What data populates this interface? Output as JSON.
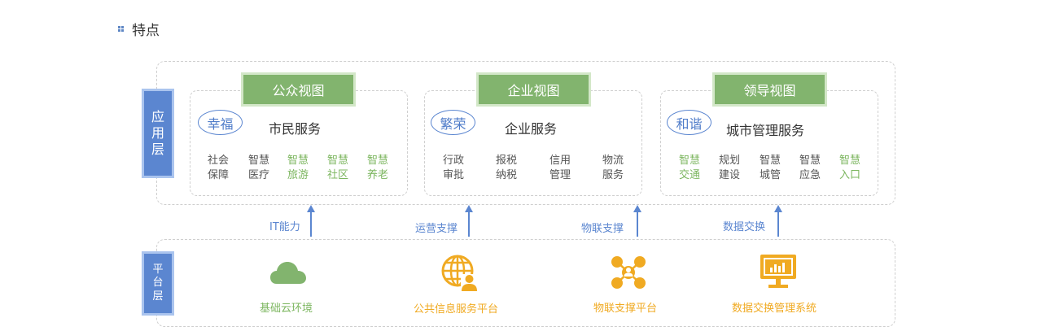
{
  "section": {
    "title": "特点"
  },
  "layers": {
    "application": {
      "label": [
        "应",
        "用",
        "层"
      ]
    },
    "platform": {
      "label": [
        "平",
        "台",
        "层"
      ]
    }
  },
  "views": [
    {
      "tag": "公众视图",
      "badge": "幸福",
      "title": "市民服务",
      "features": [
        {
          "lines": [
            "社会",
            "保障"
          ],
          "highlight": false
        },
        {
          "lines": [
            "智慧",
            "医疗"
          ],
          "highlight": false
        },
        {
          "lines": [
            "智慧",
            "旅游"
          ],
          "highlight": true
        },
        {
          "lines": [
            "智慧",
            "社区"
          ],
          "highlight": true
        },
        {
          "lines": [
            "智慧",
            "养老"
          ],
          "highlight": true
        }
      ]
    },
    {
      "tag": "企业视图",
      "badge": "繁荣",
      "title": "企业服务",
      "features": [
        {
          "lines": [
            "行政",
            "审批"
          ],
          "highlight": false
        },
        {
          "lines": [
            "报税",
            "纳税"
          ],
          "highlight": false
        },
        {
          "lines": [
            "信用",
            "管理"
          ],
          "highlight": false
        },
        {
          "lines": [
            "物流",
            "服务"
          ],
          "highlight": false
        }
      ]
    },
    {
      "tag": "领导视图",
      "badge": "和谐",
      "title": "城市管理服务",
      "features": [
        {
          "lines": [
            "智慧",
            "交通"
          ],
          "highlight": true
        },
        {
          "lines": [
            "规划",
            "建设"
          ],
          "highlight": false
        },
        {
          "lines": [
            "智慧",
            "城管"
          ],
          "highlight": false
        },
        {
          "lines": [
            "智慧",
            "应急"
          ],
          "highlight": false
        },
        {
          "lines": [
            "智慧",
            "入口"
          ],
          "highlight": true
        }
      ]
    }
  ],
  "connectors": [
    "IT能力",
    "运营支撑",
    "物联支撑",
    "数据交换"
  ],
  "platform_items": [
    {
      "label": "基础云环境",
      "icon": "cloud-icon"
    },
    {
      "label": "公共信息服务平台",
      "icon": "globe-user-icon"
    },
    {
      "label": "物联支撑平台",
      "icon": "network-nodes-icon"
    },
    {
      "label": "数据交换管理系统",
      "icon": "monitor-chart-icon"
    }
  ],
  "colors": {
    "primary_blue": "#5b86d0",
    "green": "#82b46e",
    "feature_green": "#7cb65f",
    "orange": "#f0aa22",
    "dashed_border": "#cfcfcf"
  }
}
